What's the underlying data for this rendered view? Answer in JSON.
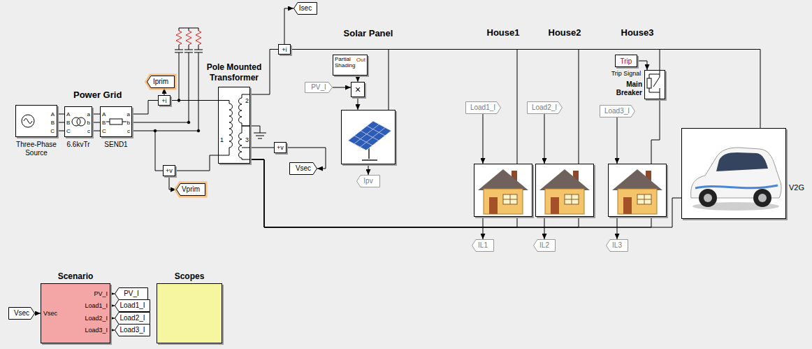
{
  "diagram": {
    "nodes": [
      {
        "text": [
          "Three-Phase Source",
          "A",
          "B",
          "C"
        ]
      },
      {
        "text": [
          "6.6kvTr",
          "A",
          "B",
          "C",
          "a",
          "b",
          "c"
        ]
      },
      {
        "text": [
          "SEND1",
          "A",
          "B",
          "C",
          "a",
          "b",
          "c"
        ]
      },
      {
        "text": [
          "+i"
        ]
      },
      {
        "text": [
          "Iprim"
        ]
      },
      {
        "text": [
          "+v"
        ]
      },
      {
        "text": [
          "Vprim"
        ]
      },
      {
        "text": [
          "Pole Mounted Transformer",
          "1",
          "2",
          "3"
        ]
      },
      {
        "text": [
          "+i"
        ]
      },
      {
        "text": [
          "Isec"
        ]
      },
      {
        "text": [
          "+v"
        ]
      },
      {
        "text": [
          "Vsec"
        ]
      },
      {
        "text": [
          "Solar Panel"
        ]
      },
      {
        "text": [
          "Partial Shading",
          "Out"
        ]
      },
      {
        "text": [
          "PV_I"
        ]
      },
      {
        "text": [
          "×"
        ]
      },
      {
        "text": [
          "Ipv"
        ]
      },
      {
        "text": [
          "House1"
        ]
      },
      {
        "text": [
          "Load1_I"
        ]
      },
      {
        "text": [
          "IL1"
        ]
      },
      {
        "text": [
          "House2"
        ]
      },
      {
        "text": [
          "Load2_I"
        ]
      },
      {
        "text": [
          "IL2"
        ]
      },
      {
        "text": [
          "House3"
        ]
      },
      {
        "text": [
          "Load3_I"
        ]
      },
      {
        "text": [
          "IL3"
        ]
      },
      {
        "text": [
          "Trip",
          "Trip Signal"
        ]
      },
      {
        "text": [
          "Main Breaker"
        ]
      },
      {
        "text": [
          "V2G"
        ]
      },
      {
        "text": [
          "Scenario",
          "Vsec",
          "PV_I",
          "Load1_I",
          "Load2_I",
          "Load3_I"
        ]
      },
      {
        "text": [
          "Vsec"
        ]
      },
      {
        "text": [
          "PV_I"
        ]
      },
      {
        "text": [
          "Load1_I"
        ]
      },
      {
        "text": [
          "Load2_I"
        ]
      },
      {
        "text": [
          "Load3_I"
        ]
      },
      {
        "text": [
          "Scopes"
        ]
      }
    ],
    "edges": [
      {
        "from": 0,
        "to": 1,
        "arrow": "none"
      },
      {
        "from": 0,
        "to": 1,
        "arrow": "none"
      },
      {
        "from": 0,
        "to": 1,
        "arrow": "none"
      },
      {
        "from": 1,
        "to": 2,
        "arrow": "none"
      },
      {
        "from": 1,
        "to": 2,
        "arrow": "none"
      },
      {
        "from": 1,
        "to": 2,
        "arrow": "none"
      },
      {
        "from": 2,
        "to": 3,
        "arrow": "none"
      },
      {
        "from": 3,
        "to": 7,
        "arrow": "none"
      },
      {
        "from": 3,
        "to": 4,
        "arrow": "to"
      },
      {
        "from": 2,
        "to": 5,
        "arrow": "none"
      },
      {
        "from": 5,
        "to": 7,
        "arrow": "none"
      },
      {
        "from": 5,
        "to": 6,
        "arrow": "to"
      },
      {
        "from": 7,
        "to": 8,
        "arrow": "none"
      },
      {
        "from": 8,
        "to": 9,
        "arrow": "to"
      },
      {
        "from": 7,
        "to": 10,
        "arrow": "none"
      },
      {
        "from": 10,
        "to": 11,
        "arrow": "to"
      },
      {
        "from": 8,
        "to": 12,
        "arrow": "none"
      },
      {
        "from": 8,
        "to": 17,
        "arrow": "none"
      },
      {
        "from": 8,
        "to": 20,
        "arrow": "none"
      },
      {
        "from": 8,
        "to": 27,
        "arrow": "none"
      },
      {
        "from": 8,
        "to": 28,
        "arrow": "none"
      },
      {
        "from": 27,
        "to": 23,
        "arrow": "none"
      },
      {
        "from": 26,
        "to": 27,
        "arrow": "to"
      },
      {
        "from": 13,
        "to": 15,
        "arrow": "to"
      },
      {
        "from": 14,
        "to": 15,
        "arrow": "to"
      },
      {
        "from": 15,
        "to": 12,
        "arrow": "to"
      },
      {
        "from": 12,
        "to": 16,
        "arrow": "to"
      },
      {
        "from": 18,
        "to": 17,
        "arrow": "to"
      },
      {
        "from": 17,
        "to": 19,
        "arrow": "to"
      },
      {
        "from": 21,
        "to": 20,
        "arrow": "to"
      },
      {
        "from": 20,
        "to": 22,
        "arrow": "to"
      },
      {
        "from": 24,
        "to": 23,
        "arrow": "to"
      },
      {
        "from": 23,
        "to": 25,
        "arrow": "to"
      },
      {
        "from": 7,
        "to": 17,
        "arrow": "none"
      },
      {
        "from": 7,
        "to": 20,
        "arrow": "none"
      },
      {
        "from": 7,
        "to": 23,
        "arrow": "none"
      },
      {
        "from": 7,
        "to": 28,
        "arrow": "none"
      },
      {
        "from": 30,
        "to": 29,
        "arrow": "to"
      },
      {
        "from": 29,
        "to": 31,
        "arrow": "to"
      },
      {
        "from": 29,
        "to": 32,
        "arrow": "to"
      },
      {
        "from": 29,
        "to": 33,
        "arrow": "to"
      },
      {
        "from": 29,
        "to": 34,
        "arrow": "to"
      }
    ],
    "labels": [
      "Power Grid"
    ]
  }
}
